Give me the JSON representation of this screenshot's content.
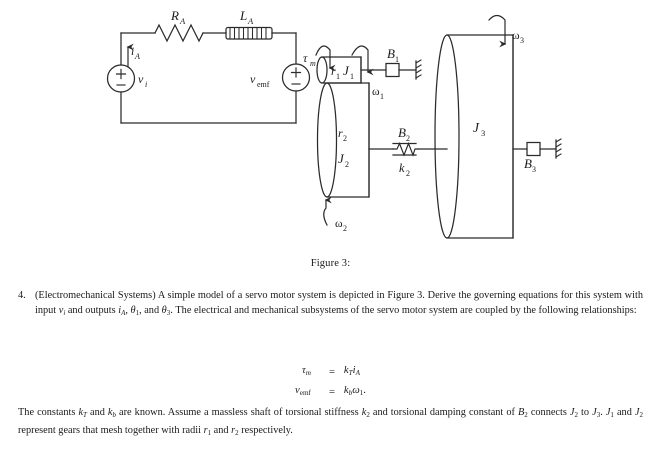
{
  "figure": {
    "caption": "Figure 3:",
    "circuit": {
      "resistor_label": "R",
      "resistor_sub": "A",
      "inductor_label": "L",
      "inductor_sub": "A",
      "current_label": "i",
      "current_sub": "A",
      "source_label": "v",
      "source_sub": "i",
      "emf_label": "v",
      "emf_sub": "emf",
      "plus_sign": "+",
      "minus_sign": "−"
    },
    "mechanical": {
      "torque_label": "τ",
      "torque_sub": "m",
      "gear1_radius": "r",
      "gear1_radius_sub": "1",
      "gear1_inertia": "J",
      "gear1_inertia_sub": "1",
      "omega1": "ω",
      "omega1_sub": "1",
      "damper1": "B",
      "damper1_sub": "1",
      "gear2_radius": "r",
      "gear2_radius_sub": "2",
      "gear2_inertia": "J",
      "gear2_inertia_sub": "2",
      "omega2": "ω",
      "omega2_sub": "2",
      "damper2": "B",
      "damper2_sub": "2",
      "spring2": "k",
      "spring2_sub": "2",
      "inertia3": "J",
      "inertia3_sub": "3",
      "omega3": "ω",
      "omega3_sub": "3",
      "damper3": "B",
      "damper3_sub": "3"
    }
  },
  "problem": {
    "number": "4.",
    "text_parts": {
      "p1": "(Electromechanical Systems) A simple model of a servo motor system is depicted in Figure 3. Derive the governing equations for this system with input ",
      "v_i": "v",
      "v_i_sub": "i",
      "p2": " and outputs ",
      "i_A": "i",
      "i_A_sub": "A",
      "p3": ", ",
      "theta1": "θ",
      "theta1_sub": "1",
      "p4": ", and ",
      "theta3": "θ",
      "theta3_sub": "3",
      "p5": ". The electrical and mechanical subsystems of the servo motor system are coupled by the following relationships:"
    }
  },
  "equations": [
    {
      "lhs_base": "τ",
      "lhs_sub": "m",
      "rel": "=",
      "rhs_k": "k",
      "rhs_k_sub": "T",
      "rhs_var": "i",
      "rhs_var_sub": "A",
      "trailing": ""
    },
    {
      "lhs_base": "v",
      "lhs_sub": "emf",
      "rel": "=",
      "rhs_k": "k",
      "rhs_k_sub": "b",
      "rhs_var": "ω",
      "rhs_var_sub": "1",
      "trailing": "."
    }
  ],
  "closing_paragraph": {
    "c1": "The constants ",
    "kT": "k",
    "kT_sub": "T",
    "c2": " and ",
    "kb": "k",
    "kb_sub": "b",
    "c3": " are known. Assume a massless shaft of torsional stiffness ",
    "k2": "k",
    "k2_sub": "2",
    "c4": " and torsional damping constant of ",
    "B2": "B",
    "B2_sub": "2",
    "c5": " connects ",
    "J2": "J",
    "J2_sub": "2",
    "c6": " to ",
    "J3": "J",
    "J3_sub": "3",
    "c7": ". ",
    "J1": "J",
    "J1_sub": "1",
    "c8": " and ",
    "J2b": "J",
    "J2b_sub": "2",
    "c9": " represent gears that mesh together with radii ",
    "r1": "r",
    "r1_sub": "1",
    "c10": " and ",
    "r2": "r",
    "r2_sub": "2",
    "c11": " respectively."
  },
  "colors": {
    "ink": "#1a1a1a",
    "line": "#2b2b2b",
    "page_bg": "#ffffff"
  }
}
